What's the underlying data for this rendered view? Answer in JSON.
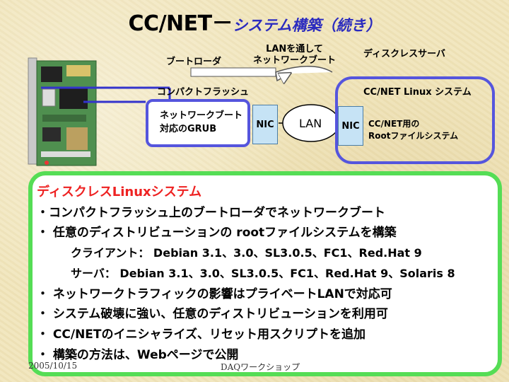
{
  "title": {
    "main": "CC/NET－",
    "sub": "システム構築（続き）"
  },
  "diagram": {
    "bootloader_label": "ブートローダ",
    "lan_boot_label": [
      "LANを通して",
      "ネットワークブート"
    ],
    "diskless_server_label": "ディスクレスサーバ",
    "compact_flash_label": "コンパクトフラッシュ",
    "linux_system_label": "CC/NET Linux システム",
    "grub_label": [
      "ネットワークブート",
      "対応のGRUB"
    ],
    "nic_left": "NIC",
    "lan": "LAN",
    "nic_right": "NIC",
    "rootfs_label": [
      "CC/NET用の",
      "Rootファイルシステム"
    ]
  },
  "main": {
    "heading": "ディスクレスLinuxシステム",
    "items": [
      "・コンパクトフラッシュ上のブートローダでネットワークブート",
      "・ 任意のディストリビューションの rootファイルシステムを構築",
      "クライアント： Debian 3.1、3.0、SL3.0.5、FC1、Red.Hat 9",
      "サーバ： Debian 3.1、3.0、SL3.0.5、FC1、Red.Hat 9、Solaris 8",
      "・ ネットワークトラフィックの影響はプライベートLANで対応可",
      "・ システム破壊に強い、任意のディストリビューションを利用可",
      "・ CC/NETのイニシャライズ、リセット用スクリプトを追加",
      "・ 構築の方法は、Webページで公開"
    ]
  },
  "footer": {
    "date": "2005/10/15",
    "event": "DAQワークショップ"
  }
}
